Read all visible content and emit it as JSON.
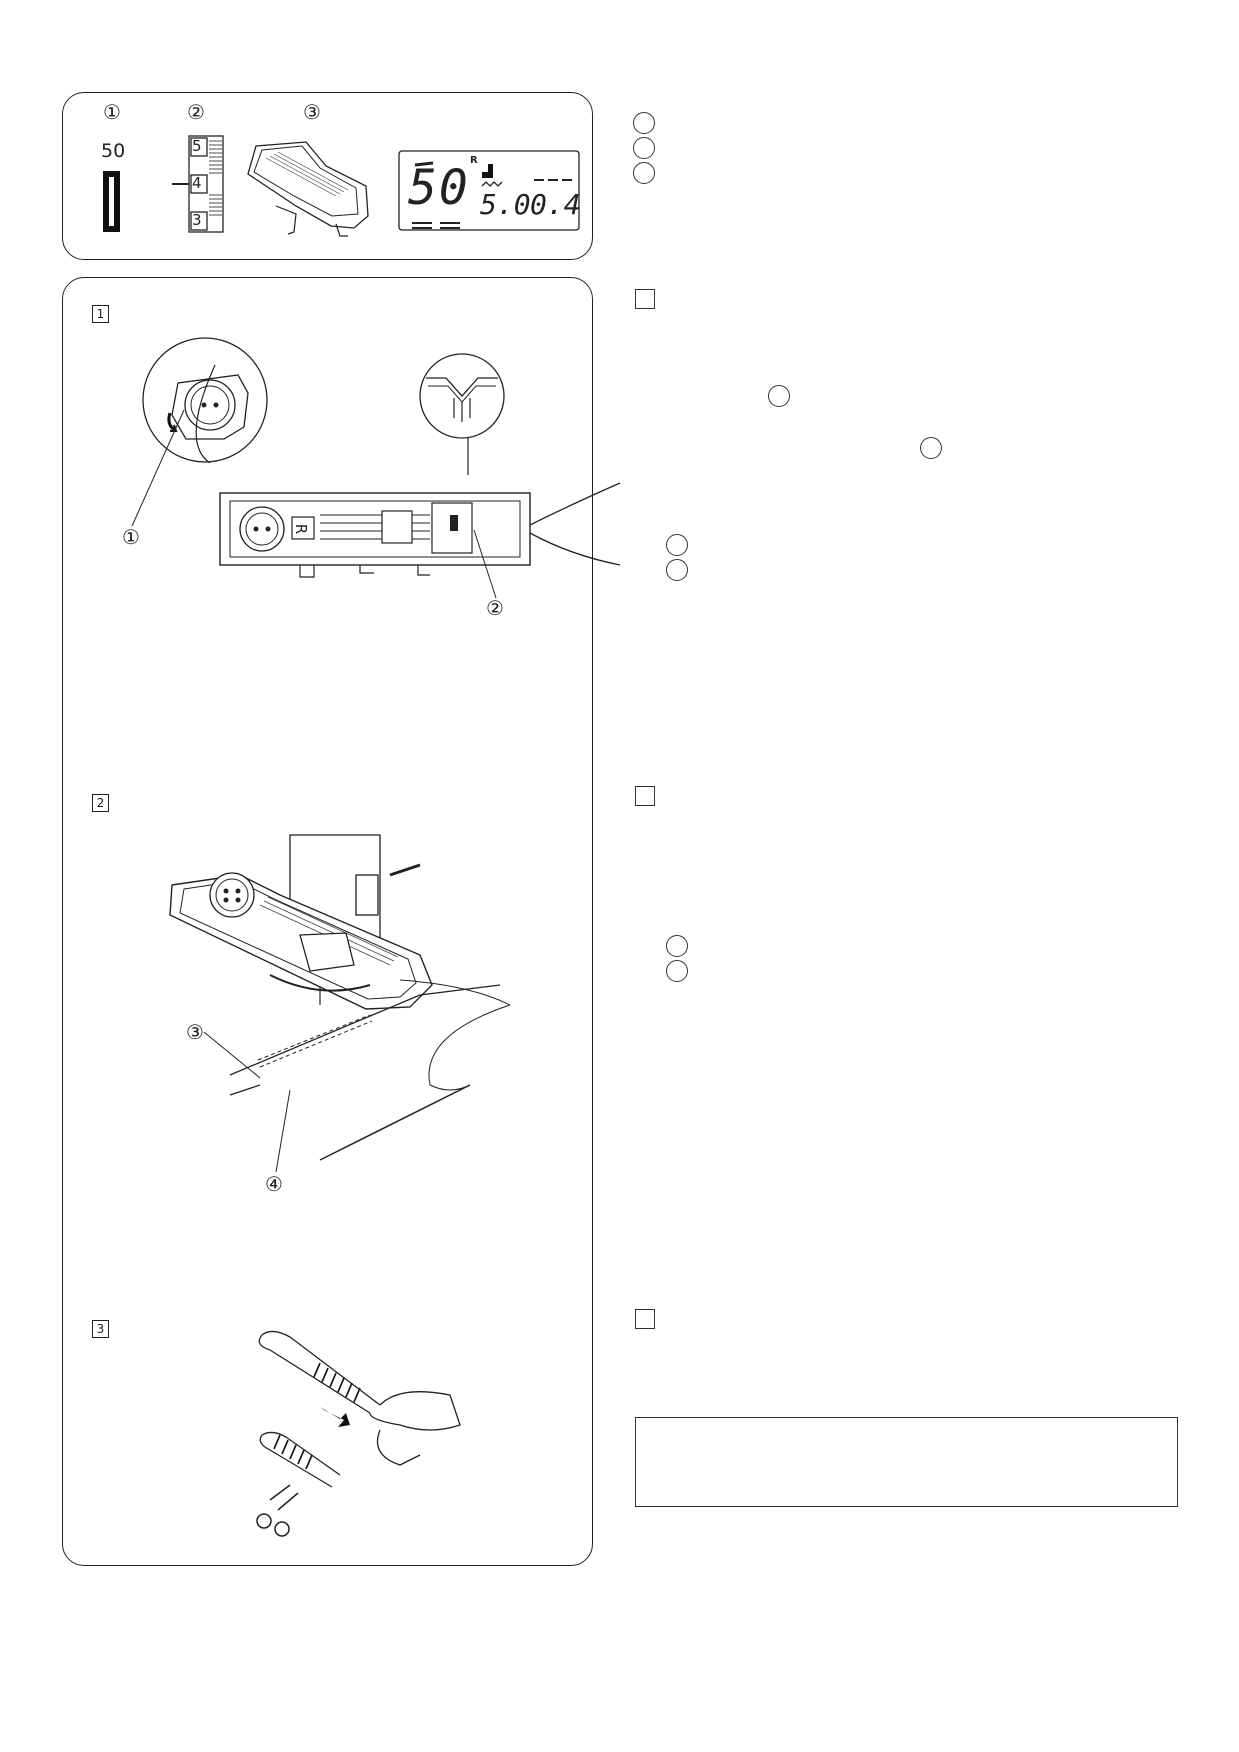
{
  "top_panel": {
    "callouts": [
      "①",
      "②",
      "③"
    ],
    "stitch_number": "50",
    "dial_numbers": [
      "5",
      "4",
      "3"
    ],
    "lcd": {
      "pattern": "50",
      "r_mark": "R",
      "width": "5.0",
      "length": "0.4"
    }
  },
  "steps_panel": {
    "step_numbers": [
      "1",
      "2",
      "3"
    ],
    "step1_callouts": [
      "①",
      "②"
    ],
    "step2_callouts": [
      "③",
      "④"
    ],
    "foot_letter": "R"
  }
}
